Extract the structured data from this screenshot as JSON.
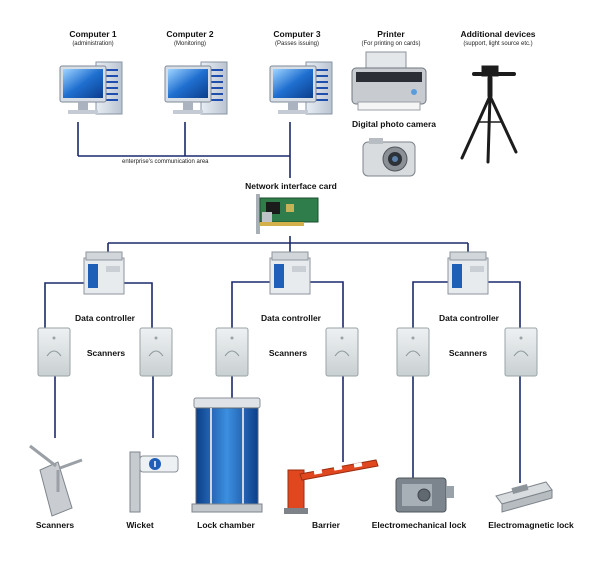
{
  "top": {
    "computer1": {
      "title": "Computer 1",
      "subtitle": "(administration)"
    },
    "computer2": {
      "title": "Computer 2",
      "subtitle": "(Monitoring)"
    },
    "computer3": {
      "title": "Computer 3",
      "subtitle": "(Passes issuing)"
    },
    "printer": {
      "title": "Printer",
      "subtitle": "(For printing on cards)"
    },
    "additional": {
      "title": "Additional devices",
      "subtitle": "(support, light source etc.)"
    },
    "camera": {
      "title": "Digital photo camera"
    }
  },
  "network": {
    "area_label": "enterprise's communication area",
    "card_label": "Network interface card"
  },
  "controllers": [
    "Data controller",
    "Data controller",
    "Data controller"
  ],
  "scanners": [
    "Scanners",
    "Scanners",
    "Scanners"
  ],
  "bottom": [
    "Scanners",
    "Wicket",
    "Lock chamber",
    "Barrier",
    "Electromechanical lock",
    "Electromagnetic lock"
  ],
  "colors": {
    "line": "#1a2a6b",
    "monitor_blue": "#1f6fd0",
    "barrier_orange": "#e0471f"
  }
}
